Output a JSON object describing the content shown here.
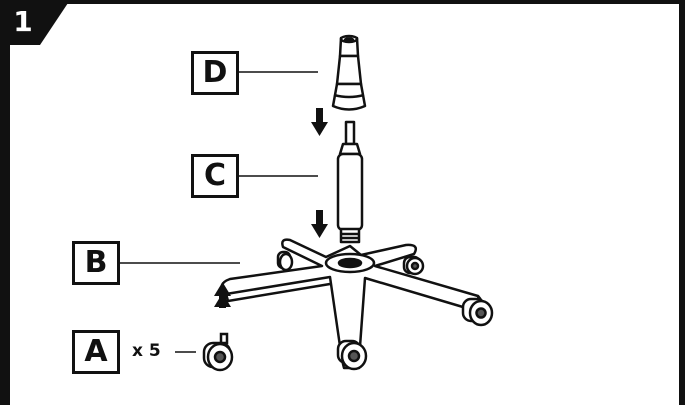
{
  "step": {
    "number": "1"
  },
  "parts": [
    {
      "id": "D",
      "label": "D",
      "name": "gas-lift-cover"
    },
    {
      "id": "C",
      "label": "C",
      "name": "gas-lift-cylinder"
    },
    {
      "id": "B",
      "label": "B",
      "name": "five-star-base"
    },
    {
      "id": "A",
      "label": "A",
      "name": "caster-wheel"
    }
  ],
  "quantity": {
    "part": "A",
    "text": "x 5"
  },
  "colors": {
    "frame": "#111111",
    "background": "#ffffff",
    "text": "#111111",
    "steel": "#555555"
  }
}
